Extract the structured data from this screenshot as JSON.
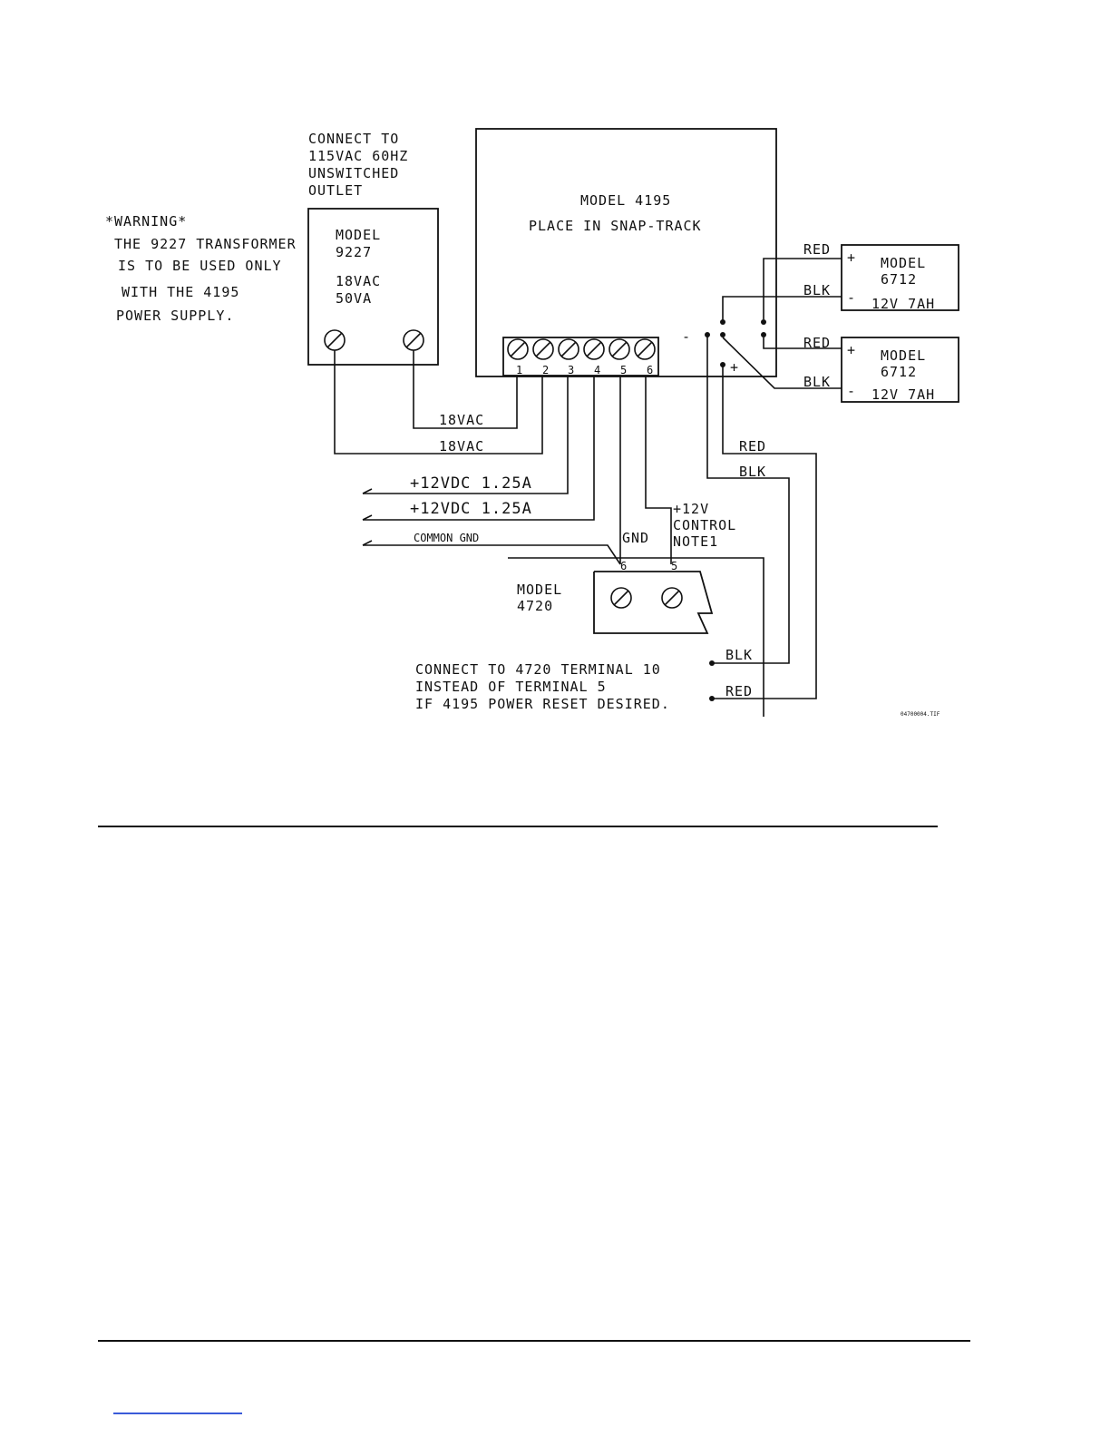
{
  "diagram": {
    "connect_note": [
      "CONNECT TO",
      "115VAC 60HZ",
      "UNSWITCHED",
      "OUTLET"
    ],
    "warning": [
      "*WARNING*",
      "THE 9227 TRANSFORMER",
      "IS TO BE USED ONLY",
      "WITH THE 4195",
      "POWER SUPPLY."
    ],
    "transformer": {
      "lines": [
        "MODEL",
        "9227",
        "18VAC",
        "50VA"
      ]
    },
    "power_supply": {
      "lines": [
        "MODEL 4195",
        "PLACE IN SNAP-TRACK"
      ],
      "terminals": [
        "1",
        "2",
        "3",
        "4",
        "5",
        "6"
      ],
      "minus": "-",
      "plus": "+"
    },
    "battery_1": {
      "lines": [
        "MODEL",
        "6712",
        "12V  7AH"
      ],
      "plus": "+",
      "minus": "-",
      "red": "RED",
      "blk": "BLK"
    },
    "battery_2": {
      "lines": [
        "MODEL",
        "6712",
        "12V  7AH"
      ],
      "plus": "+",
      "minus": "-",
      "red": "RED",
      "blk": "BLK"
    },
    "wires": {
      "ac_1": "18VAC",
      "ac_2": "18VAC",
      "dc_1": "+12VDC 1.25A",
      "dc_2": "+12VDC 1.25A",
      "common": "COMMON GND",
      "gnd": "GND",
      "control": [
        "+12V",
        "CONTROL",
        "NOTE1"
      ],
      "red_mid": "RED",
      "blk_mid": "BLK",
      "blk_bottom": "BLK",
      "red_bottom": "RED"
    },
    "panel": {
      "lines": [
        "MODEL",
        "4720"
      ],
      "term_6": "6",
      "term_5": "5"
    },
    "bottom_note": [
      "CONNECT TO 4720 TERMINAL 10",
      "INSTEAD OF TERMINAL 5",
      "IF 4195 POWER RESET DESIRED."
    ],
    "file_id": "04700004.TIF"
  }
}
